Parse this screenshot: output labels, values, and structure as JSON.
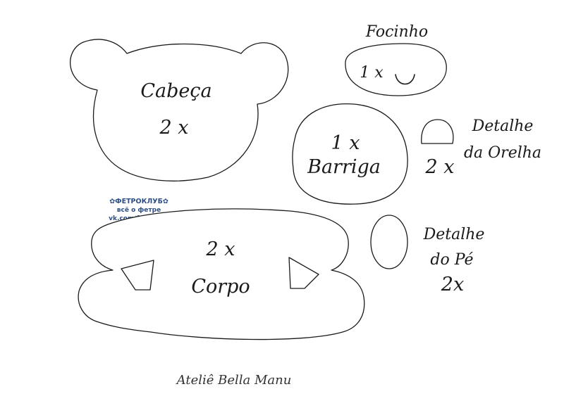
{
  "pieces": {
    "head": {
      "name": "Cabeça",
      "qty": "2 x"
    },
    "snout": {
      "name": "Focinho",
      "qty": "1 x"
    },
    "belly": {
      "qty": "1 x",
      "name": "Barriga"
    },
    "ear_detail": {
      "name_line1": "Detalhe",
      "name_line2": "da Orelha",
      "qty": "2 x"
    },
    "body": {
      "qty": "2 x",
      "name": "Corpo"
    },
    "foot_detail": {
      "name_line1": "Detalhe",
      "name_line2": "do Pé",
      "qty": "2x"
    }
  },
  "watermark": {
    "line1": "✿ФЕТРОКЛУБ✿",
    "line2": "всё о фетре",
    "line3": "vk.com/fetroclub"
  },
  "signature": "Ateliê Bella Manu",
  "colors": {
    "line": "#1a1a1a",
    "watermark": "#2d4f86",
    "paper": "#ffffff"
  }
}
